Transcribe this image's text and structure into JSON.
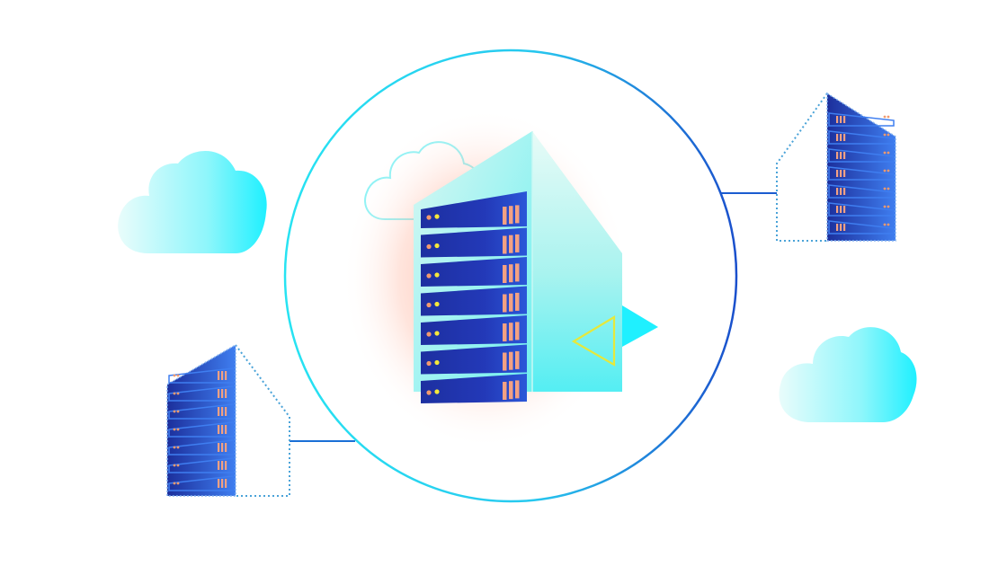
{
  "illustration": {
    "subject": "cloud-server-hub",
    "colors": {
      "background": "#ffffff",
      "circle_light": "#27e3f2",
      "circle_dark": "#1a4fcc",
      "rack_dark": "#1c2f9c",
      "rack_mid": "#2a55d6",
      "rack_light": "#3f7ef0",
      "panel_cyan": "#5cf0f0",
      "panel_pale": "#dff8f5",
      "slot_orange": "#f3a183",
      "led_yellow": "#f5e83a",
      "led_orange": "#f29a6e",
      "glow": "#ffb39c",
      "cloud_cyan": "#1ff0ff",
      "dotted_blue": "#4aa3d8",
      "outline_yellow": "#e5e83c"
    },
    "icons": [
      "central-server-rack-icon",
      "remote-server-rack-icon",
      "cloud-icon",
      "play-arrow-icon"
    ],
    "central_rack_units": 7,
    "remote_rack_units": 7
  }
}
